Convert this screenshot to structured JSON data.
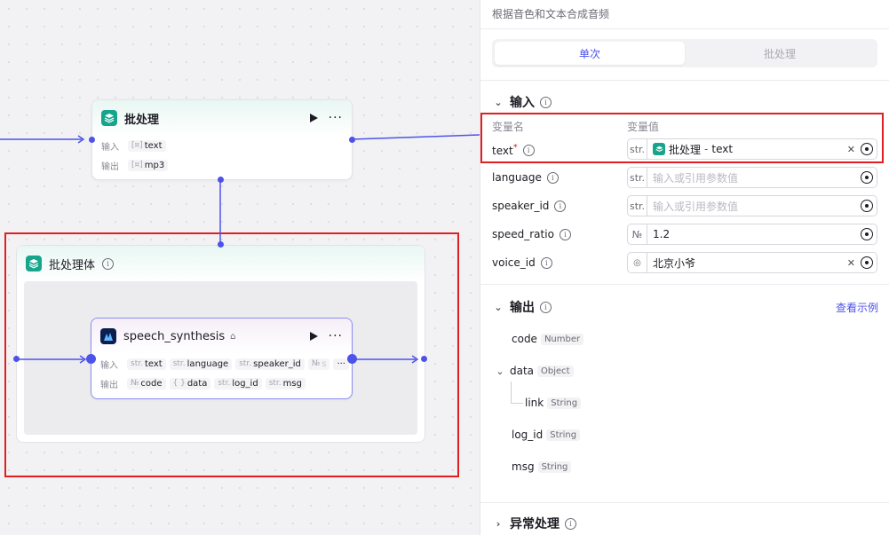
{
  "canvas": {
    "batch_node": {
      "title": "批处理",
      "input_label": "输入",
      "output_label": "输出",
      "input_chip": {
        "type": "[¤]",
        "name": "text"
      },
      "output_chip": {
        "type": "[¤]",
        "name": "mp3"
      }
    },
    "batch_body": {
      "title": "批处理体"
    },
    "speech_node": {
      "title": "speech_synthesis",
      "input_label": "输入",
      "output_label": "输出",
      "inputs": [
        {
          "type": "str.",
          "name": "text"
        },
        {
          "type": "str.",
          "name": "language"
        },
        {
          "type": "str.",
          "name": "speaker_id"
        },
        {
          "type": "№",
          "name": "s"
        }
      ],
      "inputs_more": "···",
      "outputs": [
        {
          "type": "№",
          "name": "code"
        },
        {
          "type": "{ }",
          "name": "data"
        },
        {
          "type": "str.",
          "name": "log_id"
        },
        {
          "type": "str.",
          "name": "msg"
        }
      ]
    }
  },
  "panel": {
    "description": "根据音色和文本合成音频",
    "mode_tabs": [
      {
        "label": "单次",
        "active": true
      },
      {
        "label": "批处理",
        "active": false
      }
    ],
    "input_section": {
      "title": "输入",
      "col_name": "变量名",
      "col_value": "变量值",
      "params": [
        {
          "name": "text",
          "required": "*",
          "type": "str.",
          "ref_node": "批处理",
          "ref_var": "text",
          "sep": " - "
        },
        {
          "name": "language",
          "type": "str.",
          "placeholder": "输入或引用参数值"
        },
        {
          "name": "speaker_id",
          "type": "str.",
          "placeholder": "输入或引用参数值"
        },
        {
          "name": "speed_ratio",
          "type": "№",
          "value": "1.2"
        },
        {
          "name": "voice_id",
          "type": "voice",
          "value": "北京小爷"
        }
      ]
    },
    "output_section": {
      "title": "输出",
      "view_example": "查看示例",
      "fields": [
        {
          "name": "code",
          "type": "Number"
        },
        {
          "name": "data",
          "type": "Object"
        },
        {
          "name": "link",
          "type": "String"
        },
        {
          "name": "log_id",
          "type": "String"
        },
        {
          "name": "msg",
          "type": "String"
        }
      ]
    },
    "error_section": {
      "title": "异常处理"
    }
  },
  "colors": {
    "accent": "#4d53e8",
    "node_icon": "#16a58c",
    "highlight": "#e02020"
  }
}
